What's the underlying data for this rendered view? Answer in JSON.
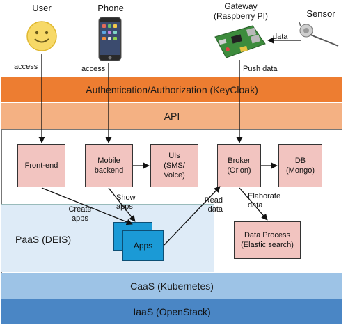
{
  "actors": {
    "user": "User",
    "phone": "Phone",
    "gateway": "Gateway\n(Raspberry PI)",
    "sensor": "Sensor"
  },
  "edges": {
    "user_access": "access",
    "phone_access": "access",
    "sensor_data": "data",
    "push_data": "Push data",
    "create_apps": "Create\napps",
    "show_apps": "Show\napps",
    "read_data": "Read\ndata",
    "elaborate_data": "Elaborate\ndata"
  },
  "layers": {
    "auth": "Authentication/Authorization (KeyCloak)",
    "api": "API",
    "paas": "PaaS (DEIS)",
    "caas": "CaaS (Kubernetes)",
    "iaas": "IaaS (OpenStack)"
  },
  "components": {
    "frontend": "Front-end",
    "mobile_backend": "Mobile\nbackend",
    "uis": "UIs\n(SMS/\nVoice)",
    "broker": "Broker\n(Orion)",
    "db": "DB\n(Mongo)",
    "data_process": "Data Process\n(Elastic search)",
    "apps": "Apps"
  },
  "colors": {
    "auth": "#ed7d31",
    "api": "#f4b183",
    "paas": "#deebf7",
    "caas": "#9dc3e6",
    "iaas": "#4a86c5",
    "component": "#f2c4c0",
    "apps": "#1b9ad6"
  }
}
